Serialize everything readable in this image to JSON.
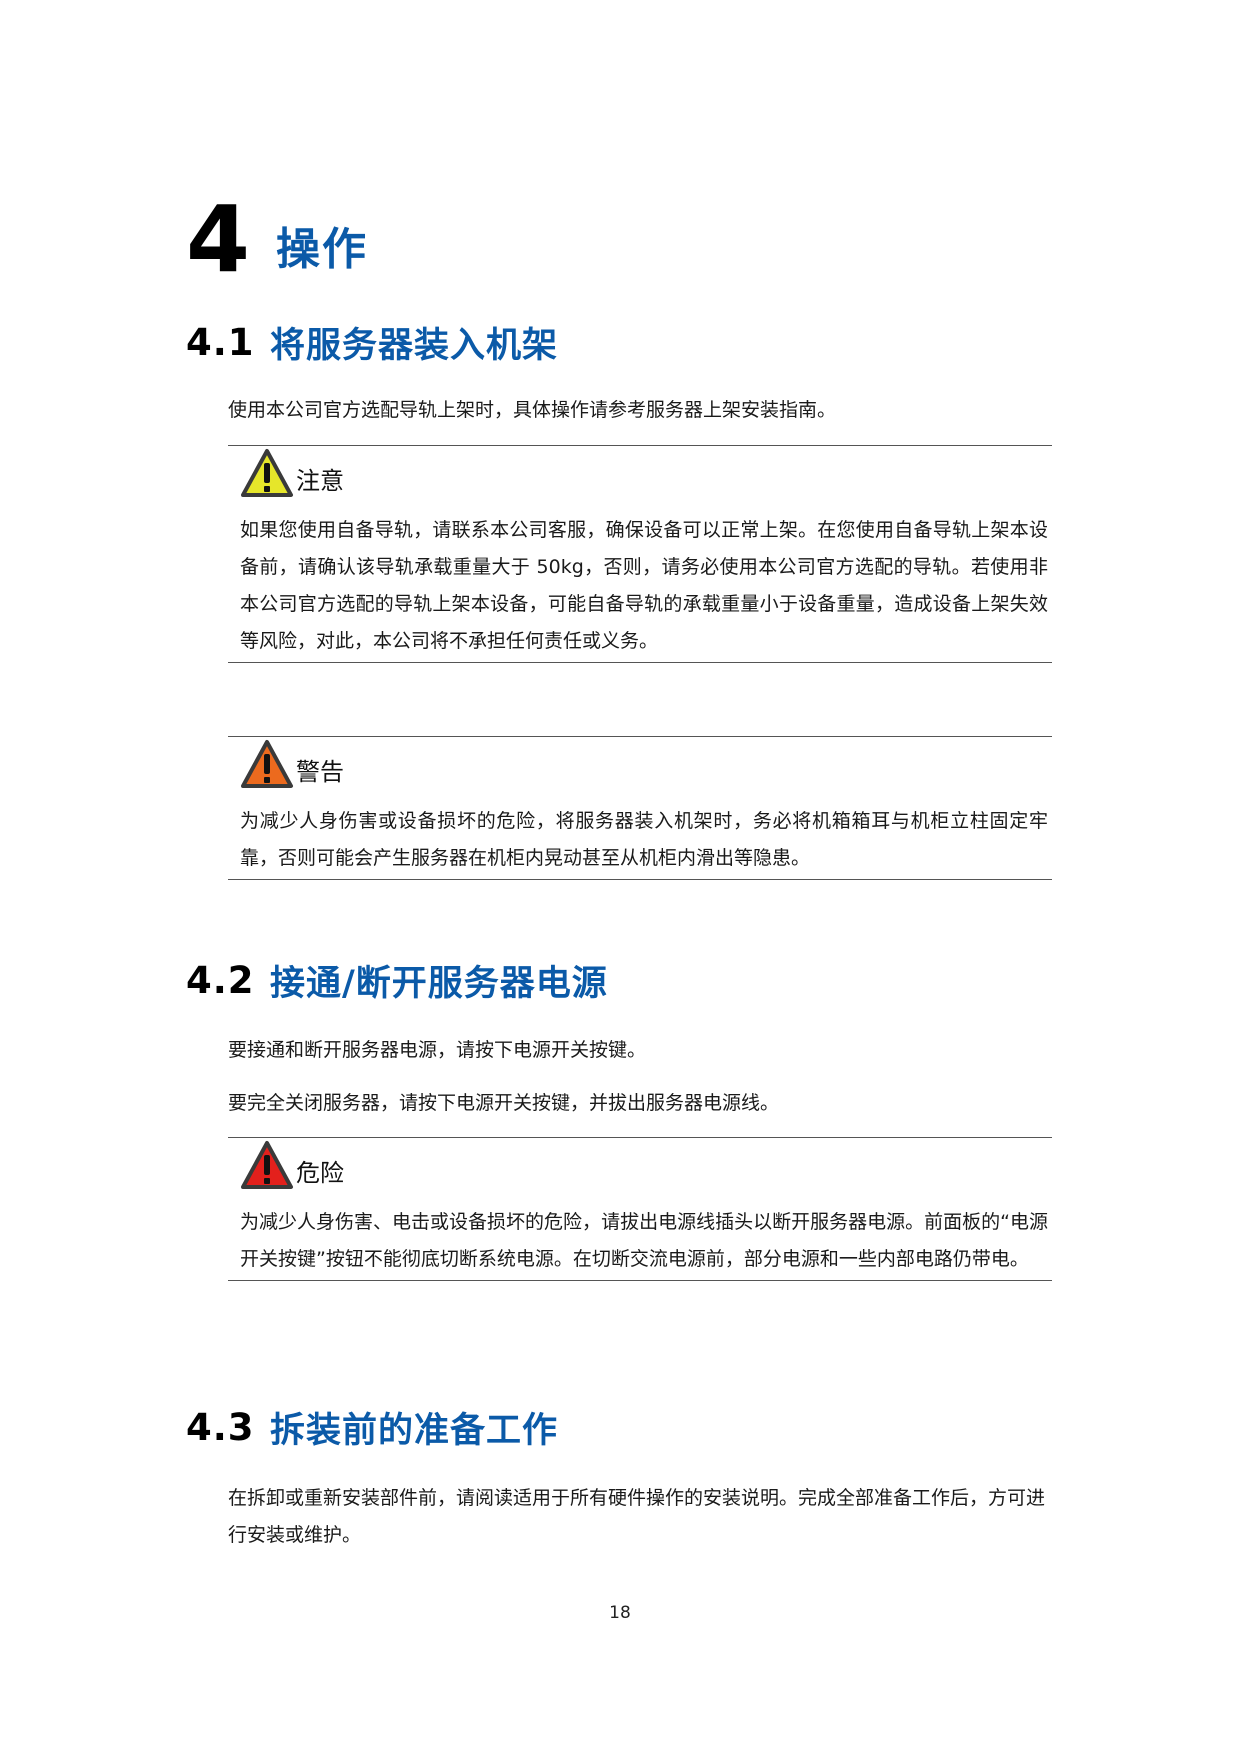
{
  "chapter": {
    "number": "4",
    "title": "操作"
  },
  "sections": [
    {
      "number": "4.1",
      "title": "将服务器装入机架",
      "paragraphs": [
        "使用本公司官方选配导轨上架时，具体操作请参考服务器上架安装指南。"
      ],
      "notices": [
        {
          "type": "caution",
          "label": "注意",
          "icon": "caution-triangle-icon",
          "color": "#e6e62a",
          "text": "如果您使用自备导轨，请联系本公司客服，确保设备可以正常上架。在您使用自备导轨上架本设备前，请确认该导轨承载重量大于 50kg，否则，请务必使用本公司官方选配的导轨。若使用非本公司官方选配的导轨上架本设备，可能自备导轨的承载重量小于设备重量，造成设备上架失效等风险，对此，本公司将不承担任何责任或义务。"
        },
        {
          "type": "warning",
          "label": "警告",
          "icon": "warning-triangle-icon",
          "color": "#ec6a1e",
          "text": "为减少人身伤害或设备损坏的危险，将服务器装入机架时，务必将机箱箱耳与机柜立柱固定牢靠，否则可能会产生服务器在机柜内晃动甚至从机柜内滑出等隐患。"
        }
      ]
    },
    {
      "number": "4.2",
      "title": "接通/断开服务器电源",
      "paragraphs": [
        "要接通和断开服务器电源，请按下电源开关按键。",
        "要完全关闭服务器，请按下电源开关按键，并拔出服务器电源线。"
      ],
      "notices": [
        {
          "type": "danger",
          "label": "危险",
          "icon": "danger-triangle-icon",
          "color": "#e3201c",
          "text": "为减少人身伤害、电击或设备损坏的危险，请拔出电源线插头以断开服务器电源。前面板的“电源开关按键”按钮不能彻底切断系统电源。在切断交流电源前，部分电源和一些内部电路仍带电。"
        }
      ]
    },
    {
      "number": "4.3",
      "title": "拆装前的准备工作",
      "paragraphs": [
        "在拆卸或重新安装部件前，请阅读适用于所有硬件操作的安装说明。完成全部准备工作后，方可进行安装或维护。"
      ]
    }
  ],
  "page_number": "18",
  "colors": {
    "heading_blue": "#0b5aa8",
    "rule": "#555555"
  }
}
